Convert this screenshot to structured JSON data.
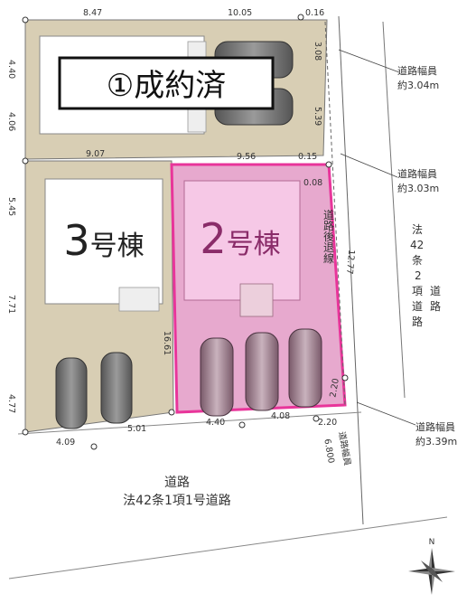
{
  "diagram": {
    "sold_label": "①成約済",
    "lot3_label_num": "3",
    "lot3_label_suffix": "号棟",
    "lot2_label_num": "2",
    "lot2_label_suffix": "号棟",
    "setback_label": [
      "道",
      "路",
      "後",
      "退",
      "線"
    ],
    "dimensions": {
      "top_left": "8.47",
      "top_mid": "10.05",
      "top_right": "0.16",
      "left_upper": "4.40",
      "left_upper2": "4.06",
      "right_upper": "3.08",
      "right_upper2": "5.39",
      "mid_left": "9.07",
      "mid_right": "9.56",
      "mid_far": "0.15",
      "small_setback": "0.08",
      "left_mid": "5.45",
      "left_lower": "7.71",
      "left_bottom": "4.77",
      "divider": "16.61",
      "right_long": "12.77",
      "corner_small": "2.20",
      "bottom_a": "4.09",
      "bottom_b": "5.01",
      "bottom_c": "4.40",
      "bottom_d": "4.08",
      "bottom_e": "2.20"
    },
    "road_notes": {
      "note1_title": "道路幅員",
      "note1_value": "約3.04m",
      "note2_title": "道路幅員",
      "note2_value": "約3.03m",
      "note3_title": "道路幅員",
      "note3_value": "約3.39m",
      "vertical_road": [
        "法",
        "42",
        "条",
        "2",
        "項",
        "道",
        "路"
      ],
      "vertical_road_b": [
        "道",
        "路"
      ],
      "bottom_road_width_title": "道路幅員",
      "bottom_road_width_value": "6.800"
    },
    "bottom_road_line1": "道路",
    "bottom_road_line2": "法42条1項1号道路",
    "compass_n": "N"
  }
}
